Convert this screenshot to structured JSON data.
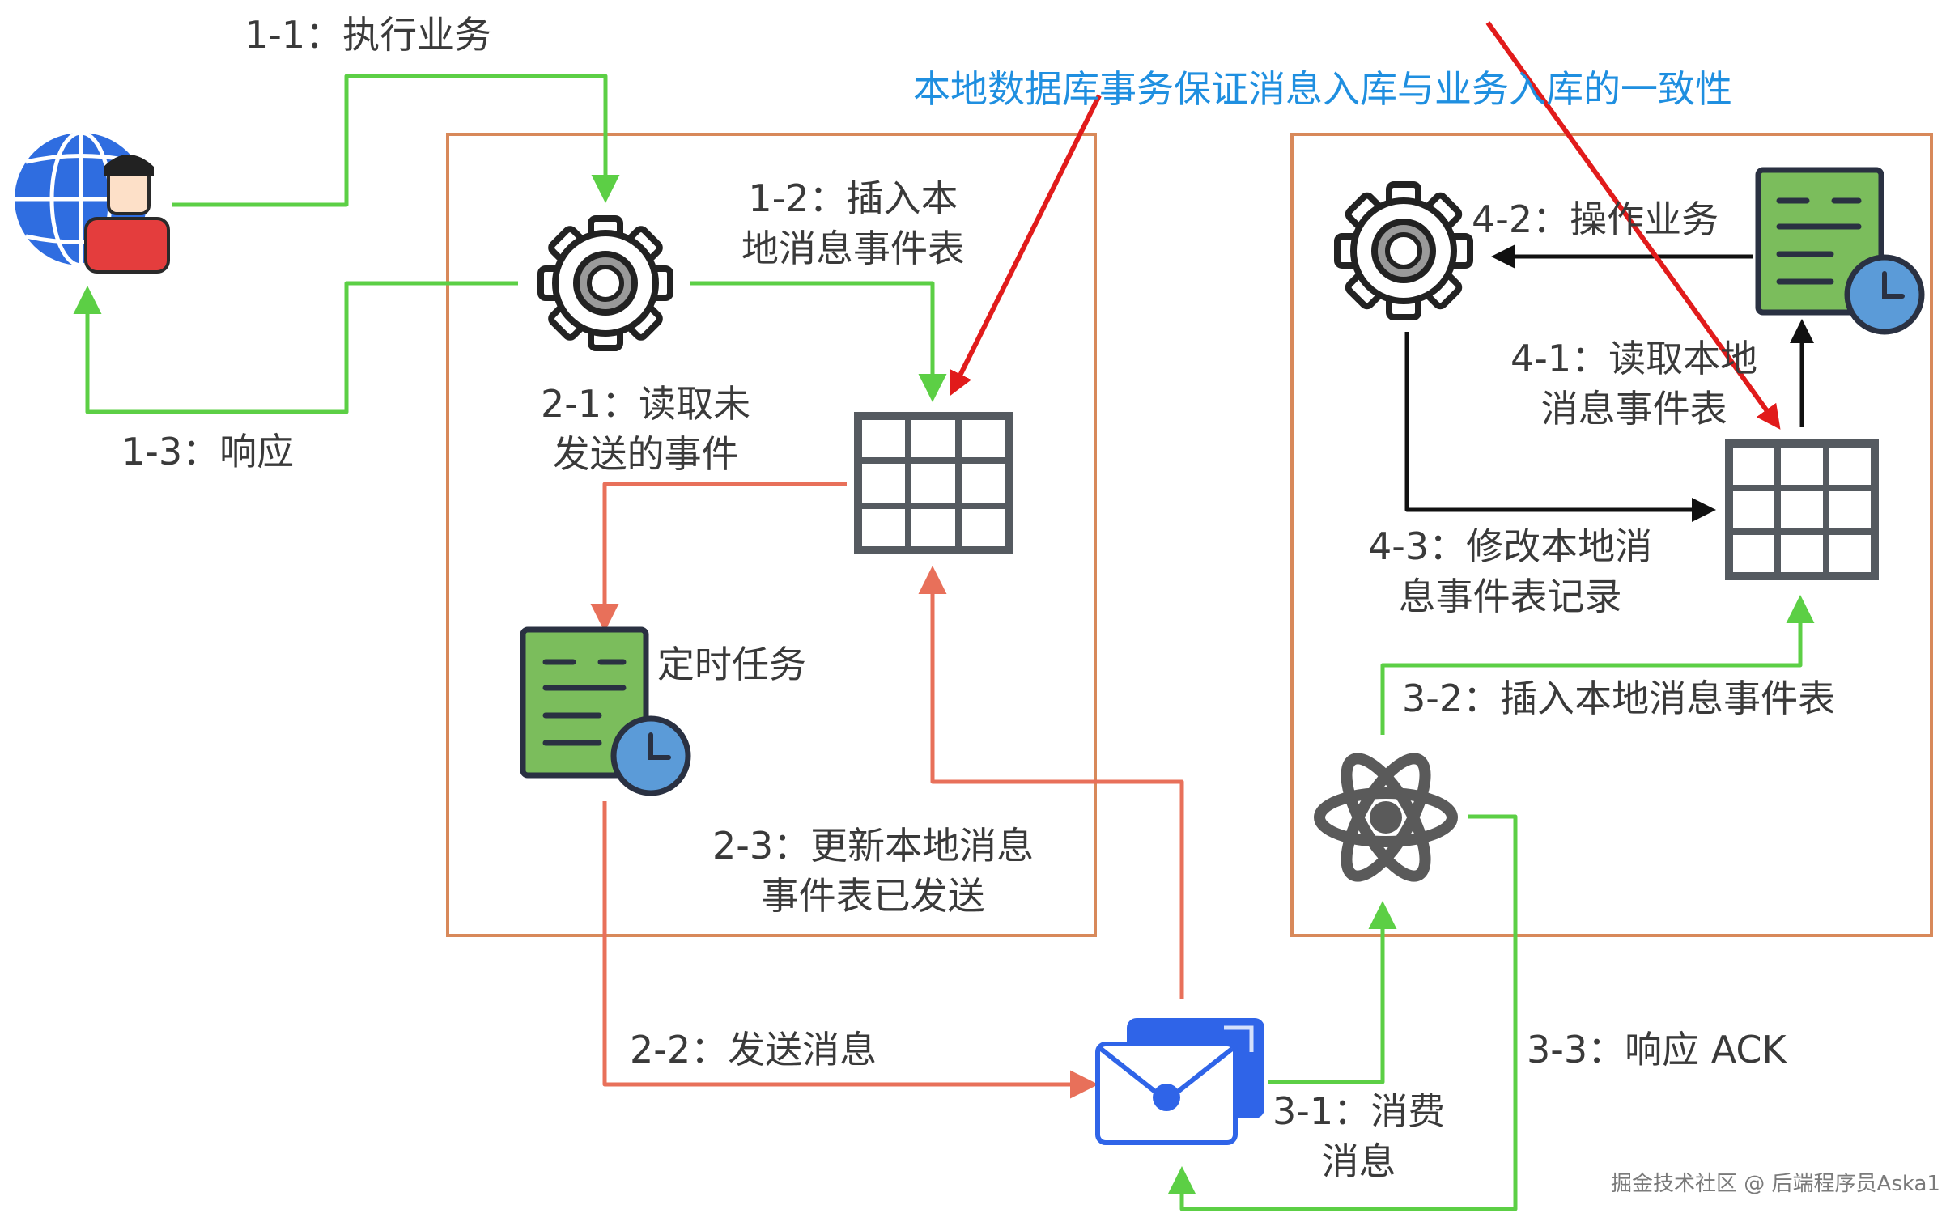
{
  "note": "本地数据库事务保证消息入库与业务入库的一致性",
  "steps": {
    "s1_1": "1-1：执行业务",
    "s1_2": [
      "1-2：插入本",
      "地消息事件表"
    ],
    "s1_3": "1-3：响应",
    "s2_1": [
      "2-1：读取未",
      "发送的事件"
    ],
    "timer": "定时任务",
    "s2_3": [
      "2-3：更新本地消息",
      "事件表已发送"
    ],
    "s2_2": "2-2：发送消息",
    "s3_1": [
      "3-1：消费",
      "消息"
    ],
    "s3_2": "3-2：插入本地消息事件表",
    "s3_3": "3-3：响应 ACK",
    "s4_1": [
      "4-1：读取本地",
      "消息事件表"
    ],
    "s4_2": "4-2：操作业务",
    "s4_3": [
      "4-3：修改本地消",
      "息事件表记录"
    ]
  },
  "watermark": "掘金技术社区 @ 后端程序员Aska1",
  "icons": [
    "user-globe-icon",
    "gear-icon",
    "table-grid-icon",
    "scheduled-task-icon",
    "message-envelope-icon",
    "atom-consumer-icon"
  ],
  "colors": {
    "green": "#5ccf45",
    "orange": "#e8705a",
    "black": "#111111",
    "red": "#e11b1b",
    "box": "#d8895a",
    "note": "#1f8fe0",
    "doc_green": "#7bbd5c",
    "grid_gray": "#555a60",
    "envelope_blue": "#2f64e8"
  }
}
